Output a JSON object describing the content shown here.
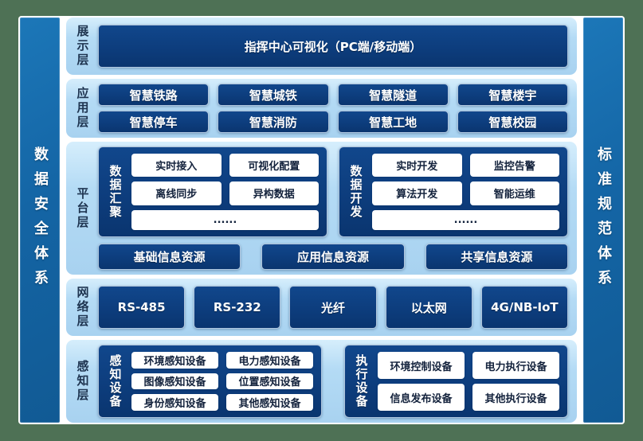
{
  "sidebars": {
    "left": "数据安全体系",
    "right": "标准规范体系"
  },
  "layers": [
    {
      "label": "展示层",
      "title": "指挥中心可视化（PC端/移动端）"
    },
    {
      "label": "应用层",
      "items": [
        "智慧铁路",
        "智慧城铁",
        "智慧隧道",
        "智慧楼宇",
        "智慧停车",
        "智慧消防",
        "智慧工地",
        "智慧校园"
      ]
    },
    {
      "label": "平台层",
      "groups": [
        {
          "label": "数据汇聚",
          "items": [
            "实时接入",
            "可视化配置",
            "离线同步",
            "异构数据",
            "......"
          ]
        },
        {
          "label": "数据开发",
          "items": [
            "实时开发",
            "监控告警",
            "算法开发",
            "智能运维",
            "......"
          ]
        }
      ],
      "resources": [
        "基础信息资源",
        "应用信息资源",
        "共享信息资源"
      ]
    },
    {
      "label": "网络层",
      "items": [
        "RS-485",
        "RS-232",
        "光纤",
        "以太网",
        "4G/NB-IoT"
      ]
    },
    {
      "label": "感知层",
      "groups": [
        {
          "label": "感知设备",
          "items": [
            "环境感知设备",
            "电力感知设备",
            "图像感知设备",
            "位置感知设备",
            "身份感知设备",
            "其他感知设备"
          ]
        },
        {
          "label": "执行设备",
          "items": [
            "环境控制设备",
            "电力执行设备",
            "信息发布设备",
            "其他执行设备"
          ]
        }
      ]
    }
  ],
  "colors": {
    "background_green": "#4e7155",
    "panel_light_blue": "#aed6f2",
    "box_navy": "#0d3d7d",
    "pillar_blue": "#1465a5",
    "white": "#ffffff",
    "label_text": "#1e3450"
  }
}
